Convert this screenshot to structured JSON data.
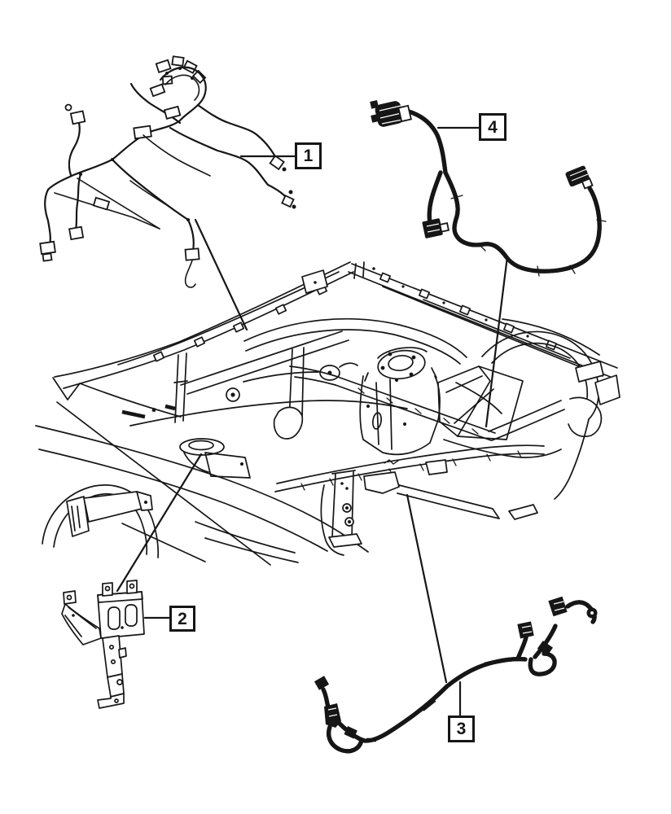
{
  "page": {
    "background_color": "#ffffff",
    "line_color": "#161616",
    "kind": "parts-location-line-art-diagram"
  },
  "figures": {
    "figure_1": "engine-wiring-harness",
    "figure_2": "module-mounting-bracket",
    "figure_3": "forward-jumper-wiring-harness",
    "figure_4": "jumper-wiring-harness",
    "figure_body": "front-end-body-structure"
  },
  "callouts": [
    {
      "label": "1"
    },
    {
      "label": "2"
    },
    {
      "label": "3"
    },
    {
      "label": "4"
    }
  ]
}
